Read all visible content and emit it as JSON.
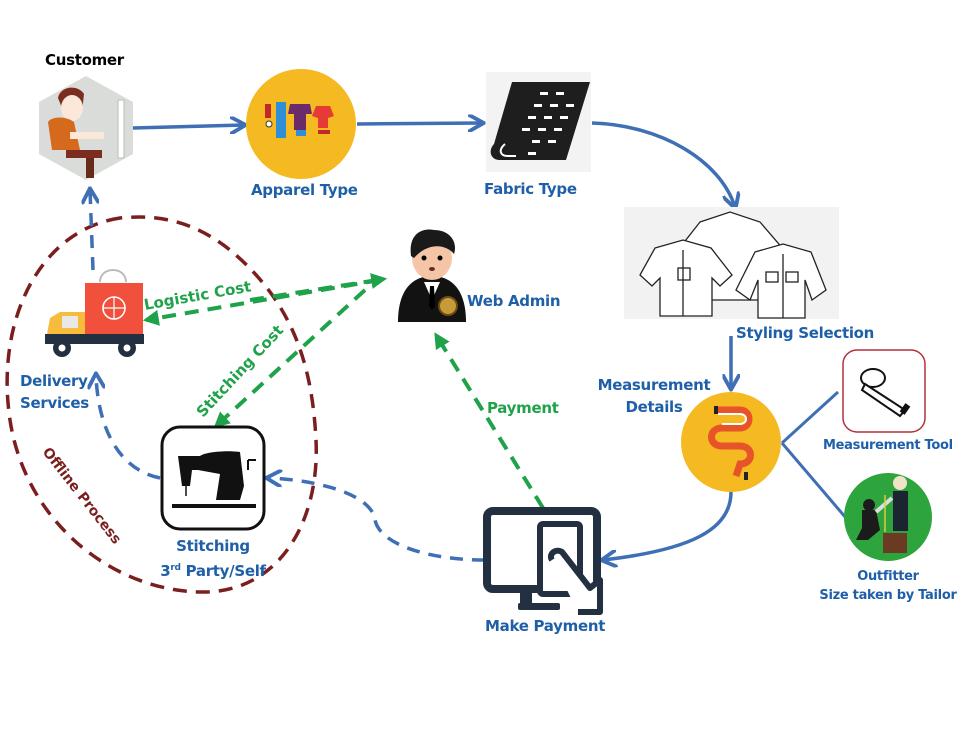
{
  "title": "Online Tailoring Process Flow",
  "colors": {
    "flow_blue": "#3f6fb5",
    "money_green": "#1fa24a",
    "offline_maroon": "#7a1e1e",
    "label_blue": "#1f5fa8",
    "yellow_circle": "#f5b921"
  },
  "nodes": {
    "customer": {
      "label": "Customer",
      "icon": "customer-at-computer-icon"
    },
    "apparel_type": {
      "label": "Apparel Type",
      "icon": "apparel-clothing-icon"
    },
    "fabric_type": {
      "label": "Fabric Type",
      "icon": "fabric-roll-icon"
    },
    "styling_selection": {
      "label": "Styling Selection",
      "icon": "shirts-icon"
    },
    "measurement_details": {
      "label_line1": "Measurement",
      "label_line2": "Details",
      "icon": "tape-ribbon-icon"
    },
    "measurement_tool": {
      "label": "Measurement Tool",
      "icon": "measuring-tape-icon"
    },
    "outfitter": {
      "label_line1": "Outfitter",
      "label_line2": "Size taken by Tailor",
      "icon": "tailor-measuring-icon"
    },
    "make_payment": {
      "label": "Make Payment",
      "icon": "computer-card-payment-icon"
    },
    "web_admin": {
      "label": "Web Admin",
      "icon": "admin-person-icon"
    },
    "stitching": {
      "label_line1": "Stitching",
      "label_line2_prefix": "3",
      "label_line2_sup": "rd",
      "label_line2_suffix": " Party/Self",
      "icon": "sewing-machine-icon"
    },
    "delivery": {
      "label_line1": "Delivery",
      "label_line2": "Services",
      "icon": "delivery-truck-icon"
    }
  },
  "edge_labels": {
    "logistic_cost": "Logistic Cost",
    "stitching_cost": "Stitching Cost",
    "payment": "Payment",
    "offline_process": "Offline Process"
  }
}
